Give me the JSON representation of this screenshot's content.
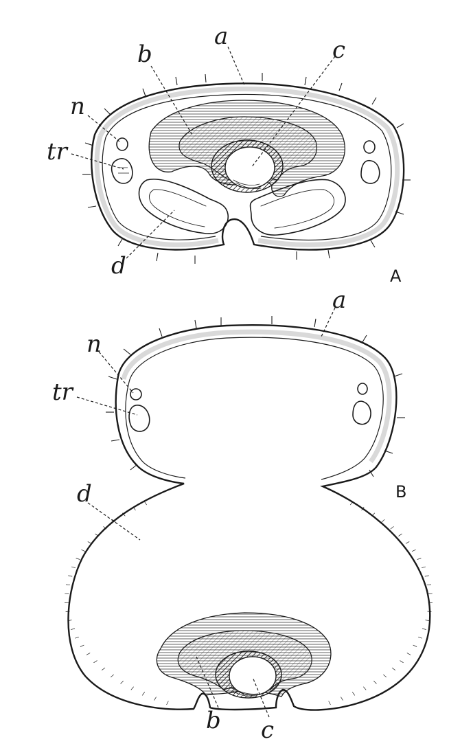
{
  "figure_a": {
    "panel_label": "A",
    "labels": {
      "a": "a",
      "b": "b",
      "c": "c",
      "d": "d",
      "n": "n",
      "tr": "tr"
    }
  },
  "figure_b": {
    "panel_label": "B",
    "labels": {
      "a": "a",
      "b": "b",
      "c": "c",
      "d": "d",
      "n": "n",
      "tr": "tr"
    }
  },
  "colors": {
    "ink": "#1a1a1a",
    "paper": "#ffffff",
    "shading": "#d9d9d9"
  }
}
